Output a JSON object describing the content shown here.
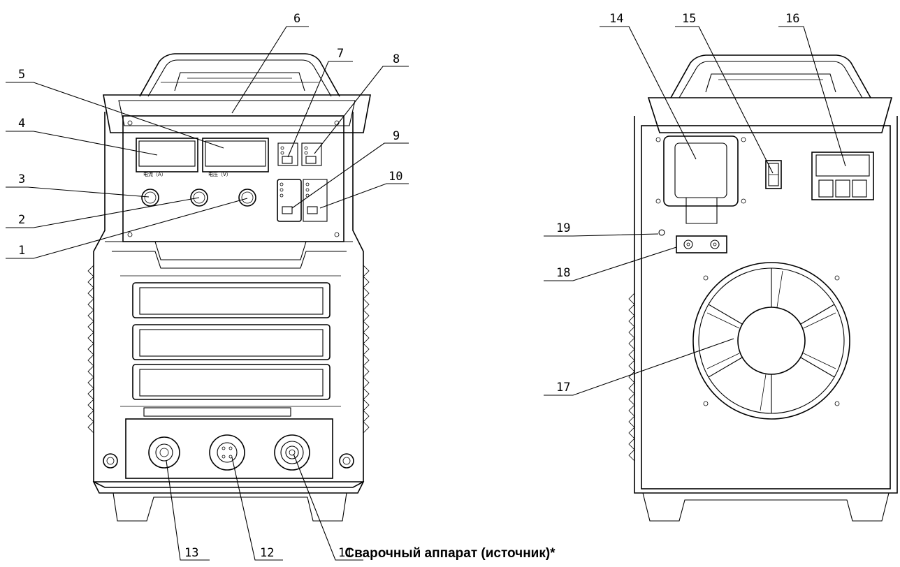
{
  "caption": "Сварочный аппарат (источник)*",
  "callouts": {
    "c1": "1",
    "c2": "2",
    "c3": "3",
    "c4": "4",
    "c5": "5",
    "c6": "6",
    "c7": "7",
    "c8": "8",
    "c9": "9",
    "c10": "10",
    "c11": "11",
    "c12": "12",
    "c13": "13",
    "c14": "14",
    "c15": "15",
    "c16": "16",
    "c17": "17",
    "c18": "18",
    "c19": "19"
  },
  "panel_labels": {
    "current_label": "电流（A）",
    "voltage_label": "电压（V）"
  }
}
